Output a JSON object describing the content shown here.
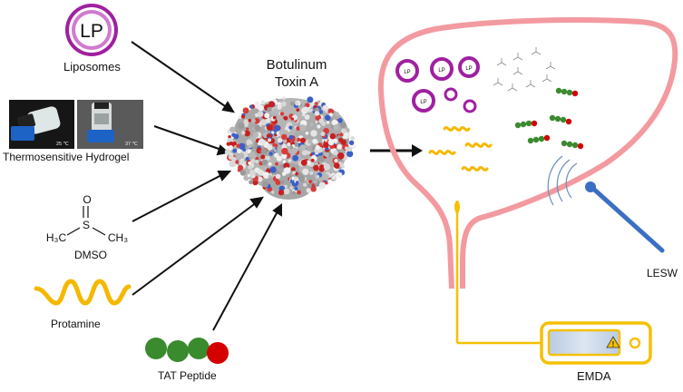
{
  "center": {
    "title_line1": "Botulinum",
    "title_line2": "Toxin A"
  },
  "agents": {
    "liposomes": {
      "label": "Liposomes",
      "icon_text": "LP"
    },
    "hydrogel": {
      "label": "Thermosensitive Hydrogel",
      "temp_low": "25 ℃",
      "temp_high": "37 ℃"
    },
    "dmso": {
      "label": "DMSO",
      "atom_o": "O",
      "atom_s": "S",
      "group_left": "H₃C",
      "group_right": "CH₃"
    },
    "protamine": {
      "label": "Protamine"
    },
    "tat": {
      "label": "TAT Peptide"
    }
  },
  "bladder": {
    "lp_text": "LP"
  },
  "devices": {
    "lesw_label": "LESW",
    "emda_label": "EMDA",
    "warning_symbol": "!"
  },
  "colors": {
    "liposome": "#a020a0",
    "bladder_wall": "#f39aa0",
    "protamine": "#f5b800",
    "peptide_green": "#3a8a2e",
    "peptide_red": "#d40000",
    "lesw_probe": "#3b6fc4",
    "emda_frame": "#f5c000"
  }
}
